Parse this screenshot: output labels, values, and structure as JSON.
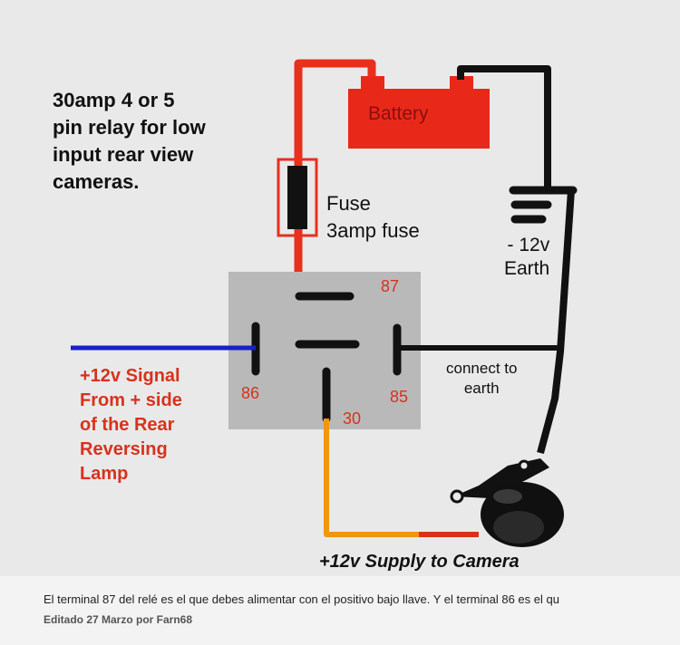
{
  "diagram": {
    "title": "30amp 4 or 5\npin relay for low\ninput rear view\ncameras.",
    "battery_label": "Battery",
    "fuse_label": "Fuse\n3amp fuse",
    "earth_label": "- 12v\nEarth",
    "pins": {
      "p87": "87",
      "p86": "86",
      "p85": "85",
      "p30": "30"
    },
    "signal_label": "+12v Signal\nFrom + side\nof the Rear\nReversing\nLamp",
    "connect_label": "connect to\nearth",
    "supply_label": "+12v Supply to Camera"
  },
  "colors": {
    "positive_wire": "#e8301c",
    "signal_wire": "#1a1fc9",
    "ground_wire": "#111111",
    "camera_feed_wire": "#f0960f",
    "relay_body": "#b9b9b9",
    "battery_fill": "#e8291a",
    "background": "#e9e9ea"
  },
  "icons": [
    "battery-icon",
    "fuse-icon",
    "ground-symbol-icon",
    "relay-icon",
    "camera-icon"
  ],
  "post": {
    "note": "El terminal 87 del relé es el que debes alimentar con el positivo bajo llave. Y el terminal 86 es el qu",
    "edited": "Editado 27 Marzo por Farn68"
  }
}
